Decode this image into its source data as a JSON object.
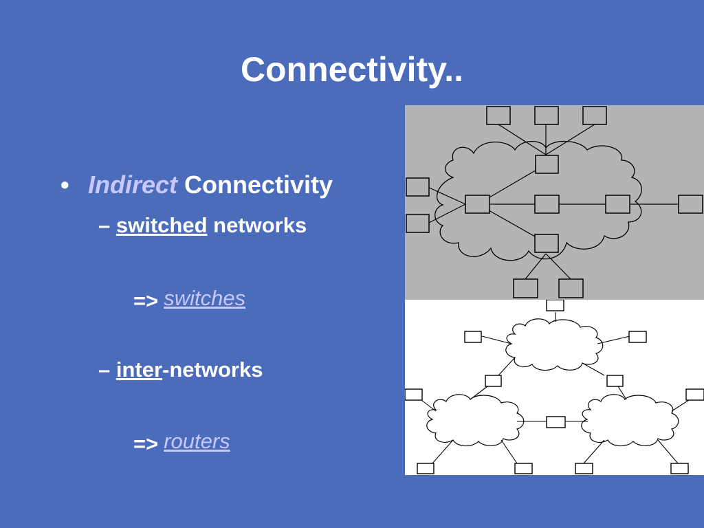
{
  "slide": {
    "title": "Connectivity..",
    "bullet": {
      "marker": "•",
      "emph": "Indirect",
      "rest": " Connectivity"
    },
    "switched": {
      "dash": "– ",
      "underlined": "switched",
      "rest": " networks"
    },
    "switched_arrow": {
      "arrow": "=>",
      "link": "switches"
    },
    "inter": {
      "dash": "– ",
      "underlined": "inter",
      "rest": "-networks"
    },
    "inter_arrow": {
      "arrow": "=>",
      "link": "routers"
    }
  },
  "colors": {
    "background": "#4a6cba",
    "text": "#ffffff",
    "emphasis": "#c8c8ff",
    "diagram_top_bg": "#b4b4b4",
    "diagram_bottom_bg": "#ffffff"
  }
}
